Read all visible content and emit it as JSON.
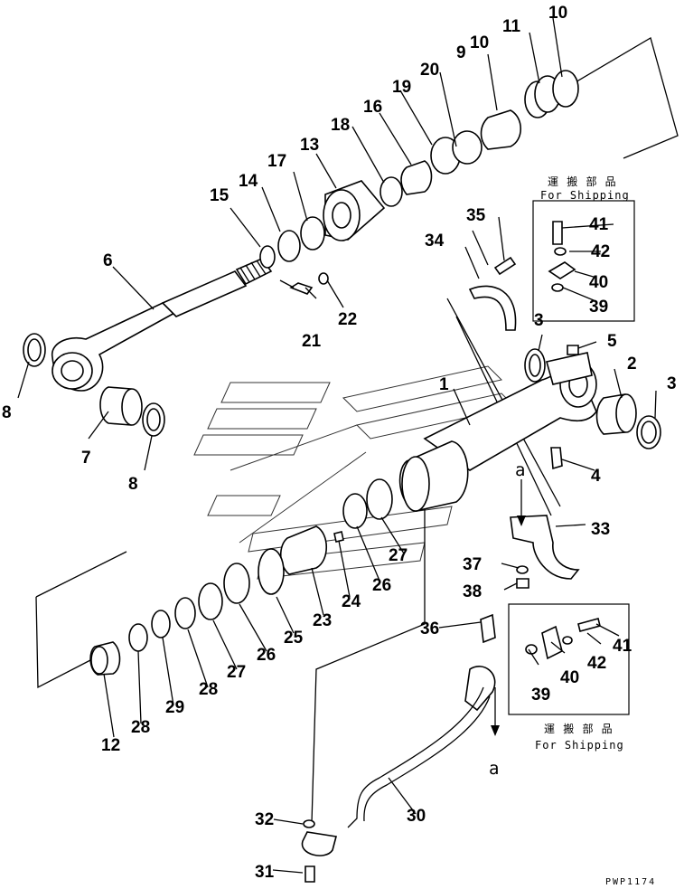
{
  "diagram": {
    "drawing_code": "PWP1174",
    "shipping_note_jp": "運 搬 部 品",
    "shipping_note_en": "For Shipping",
    "view_marker": "a",
    "part_numbers": [
      "1",
      "2",
      "3",
      "3",
      "4",
      "5",
      "6",
      "7",
      "8",
      "8",
      "9",
      "10",
      "10",
      "11",
      "12",
      "13",
      "14",
      "15",
      "16",
      "17",
      "18",
      "19",
      "20",
      "21",
      "22",
      "23",
      "24",
      "25",
      "26",
      "26",
      "27",
      "27",
      "28",
      "28",
      "29",
      "30",
      "31",
      "32",
      "33",
      "34",
      "35",
      "36",
      "37",
      "38",
      "39",
      "39",
      "40",
      "40",
      "41",
      "41",
      "42",
      "42"
    ]
  }
}
